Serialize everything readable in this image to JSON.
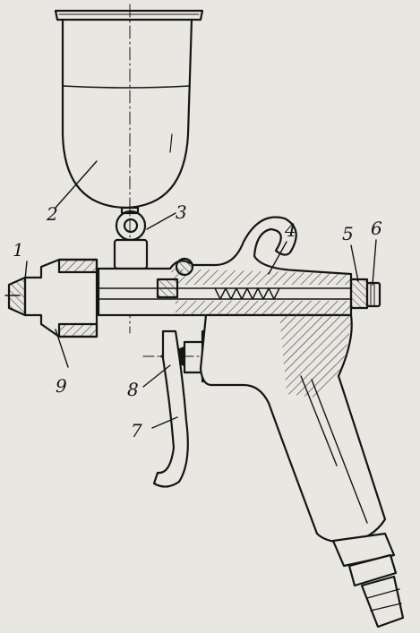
{
  "diagram": {
    "colors": {
      "ink": "#151515",
      "paper": "#e9e7e2",
      "hatch": "#3a3a3a"
    },
    "labels": [
      {
        "id": "1",
        "text": "1"
      },
      {
        "id": "2",
        "text": "2"
      },
      {
        "id": "3",
        "text": "3"
      },
      {
        "id": "4",
        "text": "4"
      },
      {
        "id": "5",
        "text": "5"
      },
      {
        "id": "6",
        "text": "6"
      },
      {
        "id": "7",
        "text": "7"
      },
      {
        "id": "8",
        "text": "8"
      },
      {
        "id": "9",
        "text": "9"
      }
    ]
  }
}
